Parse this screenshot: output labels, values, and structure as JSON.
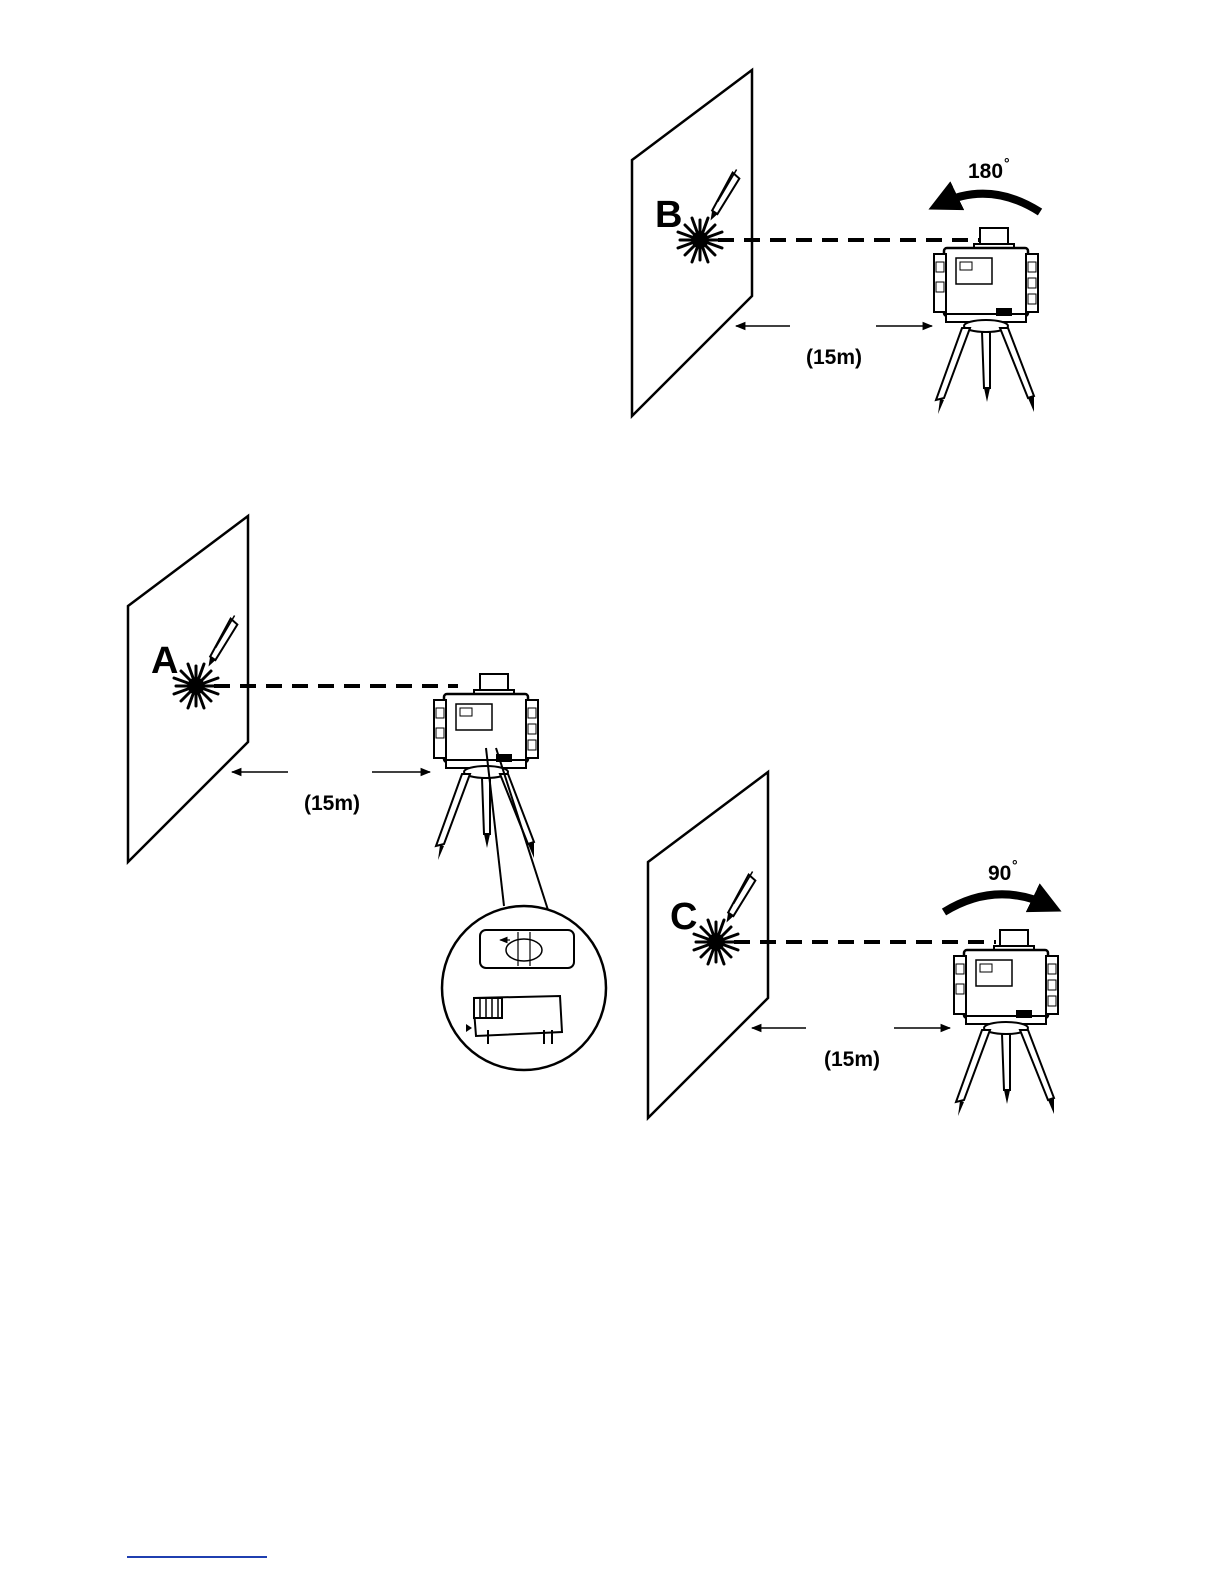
{
  "scenes": {
    "b": {
      "point_label": "B",
      "distance_label": "(15m)",
      "rotation_label": "180",
      "rotation_unit": "°"
    },
    "a": {
      "point_label": "A",
      "distance_label": "(15m)"
    },
    "c": {
      "point_label": "C",
      "distance_label": "(15m)",
      "rotation_label": "90",
      "rotation_unit": "°"
    }
  },
  "colors": {
    "ink": "#000000",
    "footer_line": "#1f3fb0"
  }
}
